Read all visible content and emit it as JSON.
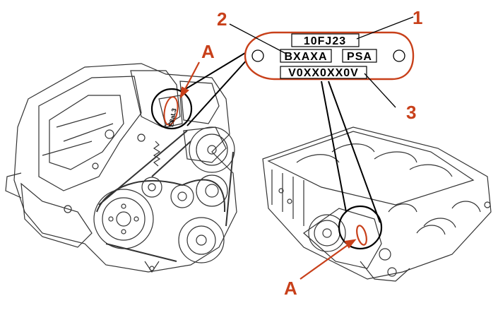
{
  "plate": {
    "line1": "10FJ23",
    "line2_left": "BXAXA",
    "line2_right": "PSA",
    "line3": "V0XX0XX0V"
  },
  "stamp": {
    "text": "E8aL3"
  },
  "callouts": {
    "one": "1",
    "two": "2",
    "three": "3",
    "a_top": "A",
    "a_bottom": "A"
  },
  "colors": {
    "accent": "#c8401a",
    "line": "#000000",
    "drawing": "#333333"
  }
}
